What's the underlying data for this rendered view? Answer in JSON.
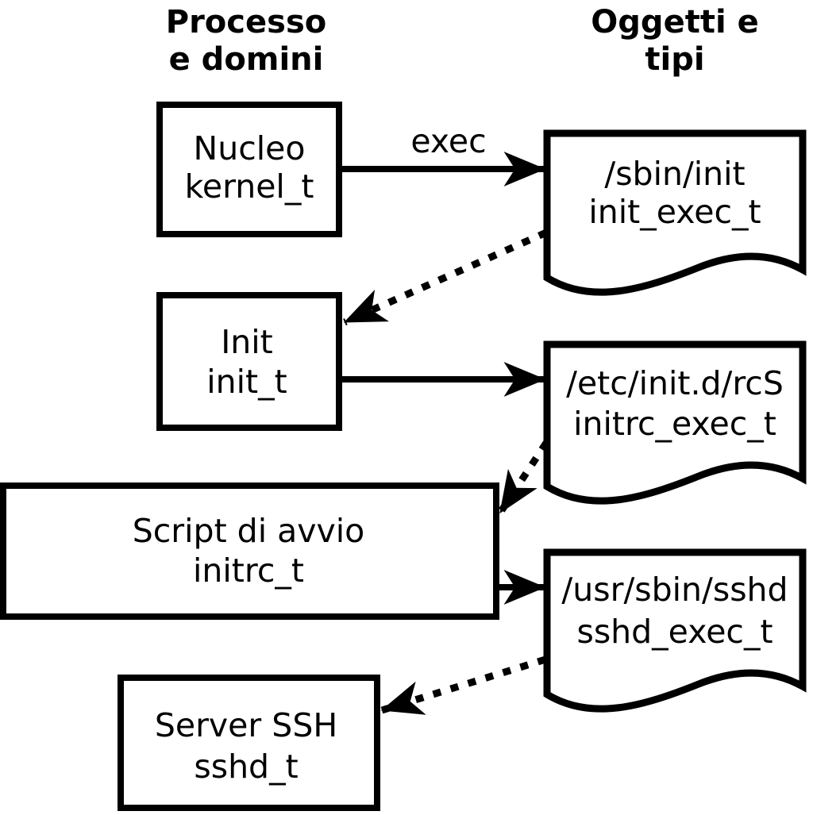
{
  "columns": {
    "left": {
      "line1": "Processo",
      "line2": "e domini"
    },
    "right": {
      "line1": "Oggetti e",
      "line2": "tipi"
    }
  },
  "process_nodes": [
    {
      "name": "Nucleo",
      "domain": "kernel_t"
    },
    {
      "name": "Init",
      "domain": "init_t"
    },
    {
      "name": "Script di avvio",
      "domain": "initrc_t"
    },
    {
      "name": "Server SSH",
      "domain": "sshd_t"
    }
  ],
  "object_nodes": [
    {
      "path": "/sbin/init",
      "type": "init_exec_t"
    },
    {
      "path": "/etc/init.d/rcS",
      "type": "initrc_exec_t"
    },
    {
      "path": "/usr/sbin/sshd",
      "type": "sshd_exec_t"
    }
  ],
  "arrows": {
    "exec_label": "exec"
  },
  "colors": {
    "ink": "#000000",
    "paper": "#ffffff"
  }
}
